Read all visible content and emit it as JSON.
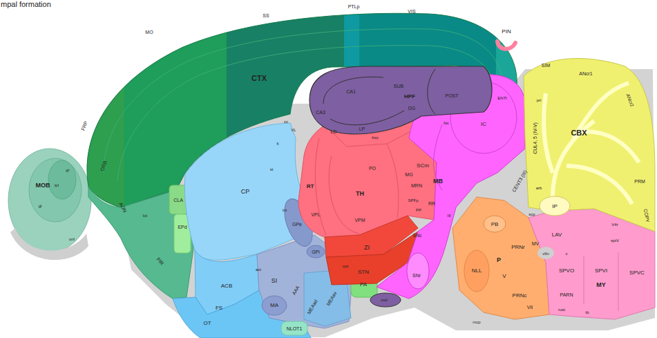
{
  "diagram": {
    "labels": [
      "mpal formation",
      "SS",
      "PTLp",
      "VIS",
      "MO",
      "CTX",
      "FRP",
      "ORB",
      "MOB",
      "gr",
      "ipl",
      "gl",
      "onl",
      "AON",
      "lot",
      "PIR",
      "CLA",
      "EPd",
      "CP",
      "GPe",
      "act",
      "ACB",
      "SI",
      "AAA",
      "MA",
      "MEAad",
      "MEAav",
      "FS",
      "NLOT1",
      "OT",
      "GPi",
      "int",
      "st",
      "fi",
      "cc",
      "VL",
      "RT",
      "VPL",
      "TH",
      "VPM",
      "LD",
      "LP",
      "PO",
      "MG",
      "SPFp",
      "PP",
      "ZI",
      "STN",
      "SNc",
      "SNr",
      "PA",
      "csd",
      "opt",
      "CA1",
      "CA3",
      "DG",
      "SUB",
      "HPF",
      "POST",
      "ENTl",
      "bsc",
      "bic",
      "MB",
      "SCm",
      "IC",
      "MRN",
      "RR",
      "III",
      "CUL4, 5 (IV-V)",
      "CENT3 (III)",
      "CBX",
      "SIM",
      "pri",
      "ANcr1",
      "ANcr2",
      "PRM",
      "COPY",
      "IP",
      "arb",
      "scp",
      "PIN",
      "LAV",
      "MV",
      "V4r",
      "sptV",
      "vIIn",
      "x",
      "PB",
      "PRNr",
      "P",
      "V",
      "PRNc",
      "NLL",
      "SPVO",
      "SPVI",
      "SPVC",
      "MY",
      "PARN",
      "VII",
      "rust",
      "tb",
      "mcp"
    ]
  }
}
